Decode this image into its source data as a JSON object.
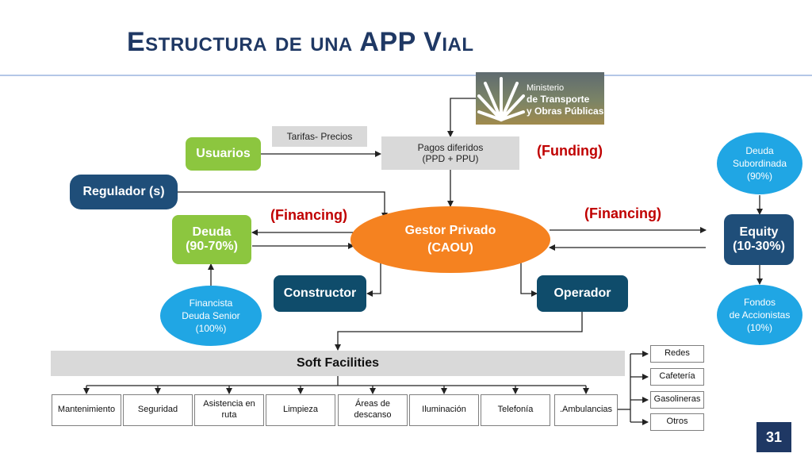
{
  "title": "Estructura de una APP Vial",
  "page_number": "31",
  "logo": {
    "line1": "Ministerio",
    "line2": "de Transporte",
    "line3": "y Obras Públicas"
  },
  "nodes": {
    "tarifas": "Tarifas- Precios",
    "pagos_line1": "Pagos diferidos",
    "pagos_line2": "(PPD + PPU)",
    "usuarios": "Usuarios",
    "regulador": "Regulador (s)",
    "deuda_line1": "Deuda",
    "deuda_line2": "(90-70%)",
    "gestor_line1": "Gestor Privado",
    "gestor_line2": "(CAOU)",
    "equity_line1": "Equity",
    "equity_line2": "(10-30%)",
    "constructor": "Constructor",
    "operador": "Operador",
    "financista_line1": "Financista",
    "financista_line2": "Deuda Senior",
    "financista_line3": "(100%)",
    "deuda_sub_line1": "Deuda",
    "deuda_sub_line2": "Subordinada",
    "deuda_sub_line3": "(90%)",
    "fondos_line1": "Fondos",
    "fondos_line2": "de Accionistas",
    "fondos_line3": "(10%)",
    "soft_facilities": "Soft Facilities"
  },
  "labels": {
    "funding": "(Funding)",
    "financing_left": "(Financing)",
    "financing_right": "(Financing)"
  },
  "facilities": [
    "Mantenimiento",
    "Seguridad",
    "Asistencia en ruta",
    "Limpieza",
    "Áreas de descanso",
    "Iluminación",
    "Telefonía",
    ".Ambulancias"
  ],
  "side_facilities": [
    "Redes",
    "Cafetería",
    "Gasolineras",
    "Otros"
  ],
  "colors": {
    "title": "#1f3864",
    "green": "#8cc63f",
    "navy": "#1f4e79",
    "orange": "#f58220",
    "cyan": "#20a6e4",
    "red_label": "#c00000"
  }
}
